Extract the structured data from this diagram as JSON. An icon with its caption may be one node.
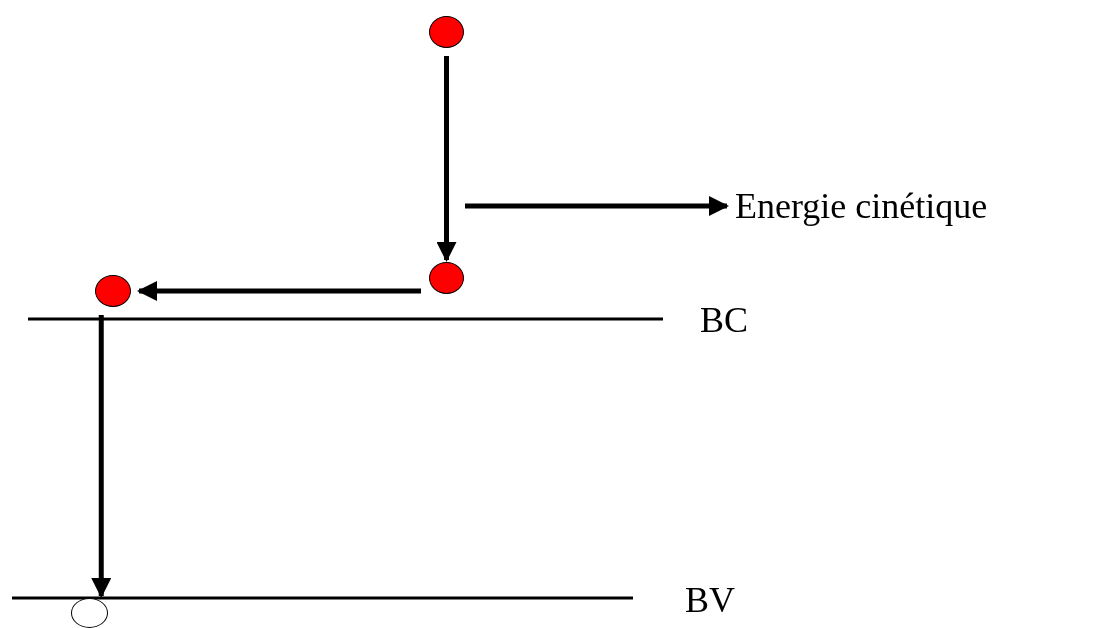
{
  "diagram": {
    "nodes": [
      {
        "text": [],
        "shape": "circle"
      },
      {
        "text": [],
        "shape": "circle"
      },
      {
        "text": [],
        "shape": "circle"
      },
      {
        "text": [],
        "shape": "circle"
      },
      {
        "text": [
          "Energie cinétique"
        ]
      }
    ],
    "edges": [
      {
        "from": 0,
        "to": 1,
        "arrow": "to"
      },
      {
        "from": 1,
        "to": 2,
        "arrow": "to"
      },
      {
        "from": 2,
        "to": 3,
        "arrow": "to"
      },
      {
        "from": null,
        "to": 4,
        "arrow": "to"
      }
    ],
    "labels": [
      "BC",
      "BV"
    ]
  }
}
